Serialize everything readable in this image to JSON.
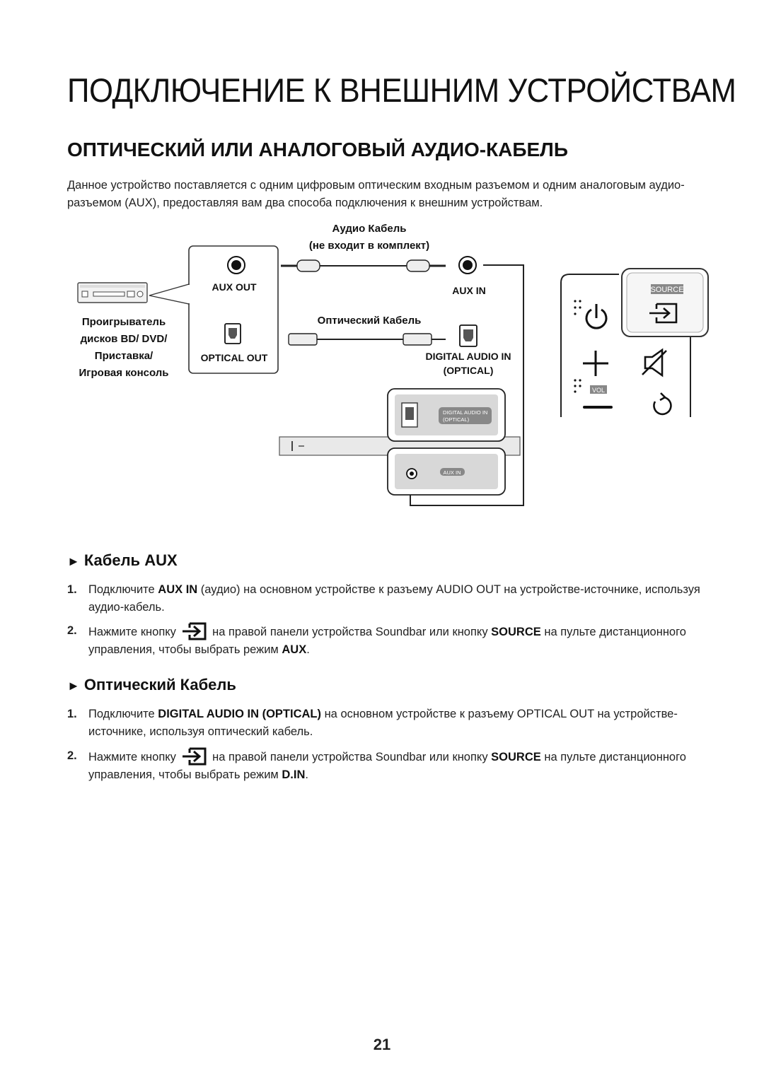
{
  "page": {
    "title": "ПОДКЛЮЧЕНИЕ К ВНЕШНИМ УСТРОЙСТВАМ",
    "subtitle": "ОПТИЧЕСКИЙ ИЛИ АНАЛОГОВЫЙ АУДИО-КАБЕЛЬ",
    "intro": "Данное устройство поставляется с одним цифровым оптическим входным разъемом и одним аналоговым аудио-разъемом (AUX), предоставляя вам два способа подключения к внешним устройствам.",
    "page_number": "21"
  },
  "diagram": {
    "audio_cable_label": "Аудио Кабель",
    "audio_cable_note": "(не входит в комплект)",
    "optical_cable_label": "Оптический Кабель",
    "aux_out": "AUX OUT",
    "optical_out": "OPTICAL OUT",
    "aux_in": "AUX IN",
    "digital_audio_in": "DIGITAL AUDIO IN",
    "optical": "(OPTICAL)",
    "player_line1": "Проигрыватель",
    "player_line2": "дисков BD/ DVD/",
    "player_line3": "Приставка/",
    "player_line4": "Игровая консоль",
    "panel_digital_audio_in": "DIGITAL AUDIO IN",
    "panel_optical": "(OPTICAL)",
    "panel_aux_in": "AUX IN",
    "source_label": "SOURCE",
    "vol_label": "VOL"
  },
  "section_aux": {
    "heading": "Кабель AUX",
    "step1_num": "1.",
    "step1_pre": "Подключите ",
    "step1_bold": "AUX IN",
    "step1_post": " (аудио) на основном устройстве к разъему AUDIO OUT на устройстве-источнике, используя аудио-кабель.",
    "step2_num": "2.",
    "step2_pre": "Нажмите кнопку ",
    "step2_mid": " на правой панели устройства Soundbar или кнопку ",
    "step2_bold": "SOURCE",
    "step2_post": " на пульте дистанционного управления, чтобы выбрать режим ",
    "step2_mode": "AUX",
    "step2_end": "."
  },
  "section_optical": {
    "heading": "Оптический Кабель",
    "step1_num": "1.",
    "step1_pre": "Подключите ",
    "step1_bold": "DIGITAL AUDIO IN (OPTICAL)",
    "step1_post": " на основном устройстве к разъему OPTICAL OUT на устройстве-источнике, используя оптический кабель.",
    "step2_num": "2.",
    "step2_pre": "Нажмите кнопку ",
    "step2_mid": " на правой панели устройства Soundbar или кнопку ",
    "step2_bold": "SOURCE",
    "step2_post": " на пульте дистанционного управления, чтобы выбрать режим ",
    "step2_mode": "D.IN",
    "step2_end": "."
  },
  "icons": {
    "source_button": "source-input-icon",
    "power_button": "power-icon",
    "vol_up": "plus-icon",
    "vol_down": "minus-icon",
    "mute": "mute-icon",
    "repeat": "repeat-icon",
    "player": "disc-player-icon"
  }
}
